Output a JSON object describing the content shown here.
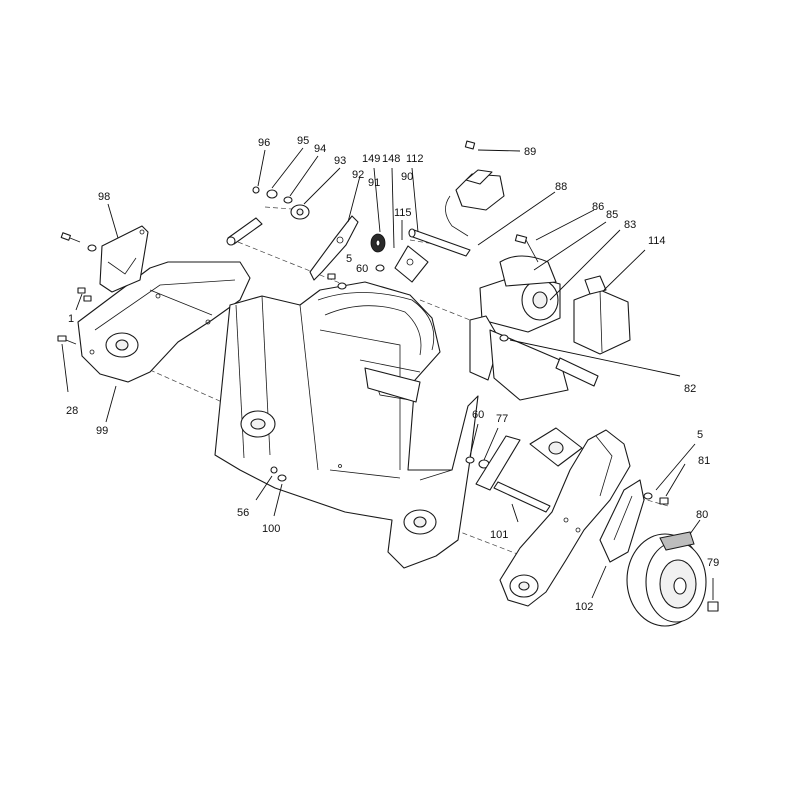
{
  "labels": [
    {
      "id": "l96",
      "text": "96"
    },
    {
      "id": "l95",
      "text": "95"
    },
    {
      "id": "l94",
      "text": "94"
    },
    {
      "id": "l93",
      "text": "93"
    },
    {
      "id": "l149",
      "text": "149"
    },
    {
      "id": "l148",
      "text": "148"
    },
    {
      "id": "l112",
      "text": "112"
    },
    {
      "id": "l89",
      "text": "89"
    },
    {
      "id": "l92",
      "text": "92"
    },
    {
      "id": "l91",
      "text": "91"
    },
    {
      "id": "l90",
      "text": "90"
    },
    {
      "id": "l98",
      "text": "98"
    },
    {
      "id": "l88",
      "text": "88"
    },
    {
      "id": "l115",
      "text": "115"
    },
    {
      "id": "l86",
      "text": "86"
    },
    {
      "id": "l85",
      "text": "85"
    },
    {
      "id": "l83",
      "text": "83"
    },
    {
      "id": "l114",
      "text": "114"
    },
    {
      "id": "l5a",
      "text": "5"
    },
    {
      "id": "l60a",
      "text": "60"
    },
    {
      "id": "l1",
      "text": "1"
    },
    {
      "id": "l28",
      "text": "28"
    },
    {
      "id": "l99",
      "text": "99"
    },
    {
      "id": "l82",
      "text": "82"
    },
    {
      "id": "l60b",
      "text": "60"
    },
    {
      "id": "l77",
      "text": "77"
    },
    {
      "id": "l5b",
      "text": "5"
    },
    {
      "id": "l81",
      "text": "81"
    },
    {
      "id": "l56",
      "text": "56"
    },
    {
      "id": "l100",
      "text": "100"
    },
    {
      "id": "l80",
      "text": "80"
    },
    {
      "id": "l101",
      "text": "101"
    },
    {
      "id": "l79",
      "text": "79"
    },
    {
      "id": "l102",
      "text": "102"
    }
  ]
}
